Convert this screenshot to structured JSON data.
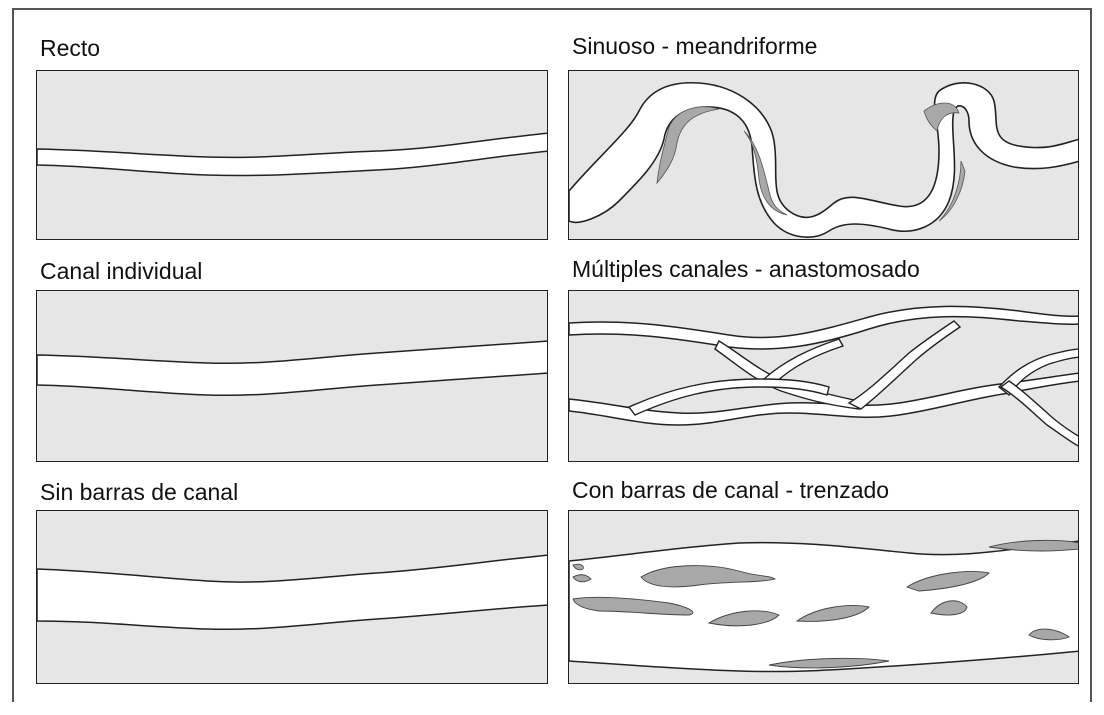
{
  "labels": {
    "straight": "Recto",
    "sinuous": "Sinuoso - meandriforme",
    "single_channel": "Canal individual",
    "multi_channel": "Múltiples canales - anastomosado",
    "no_bars": "Sin barras de canal",
    "with_bars": "Con barras de canal - trenzado"
  },
  "colors": {
    "background": "#e6e6e6",
    "water": "#ffffff",
    "outline": "#222222",
    "bar_fill": "#a8a8a8"
  }
}
